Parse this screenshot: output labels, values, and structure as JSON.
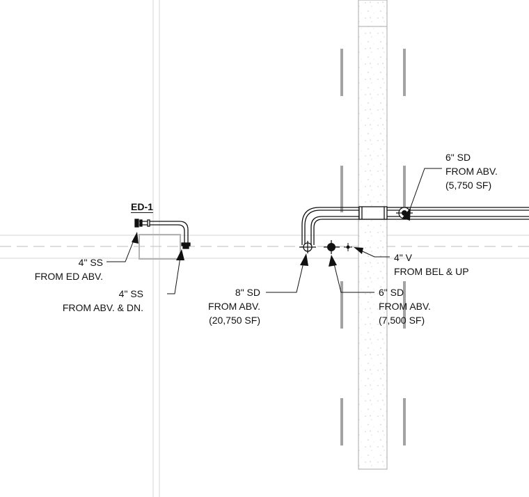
{
  "tag": "ED-1",
  "labels": {
    "ss_ed": {
      "line1": "4\" SS",
      "line2": "FROM ED ABV."
    },
    "ss_abv": {
      "line1": "4\" SS",
      "line2": "FROM ABV. & DN."
    },
    "sd8": {
      "line1": "8\" SD",
      "line2": "FROM ABV.",
      "line3": "(20,750 SF)"
    },
    "sd6_low": {
      "line1": "6\" SD",
      "line2": "FROM ABV.",
      "line3": "(7,500 SF)"
    },
    "vent": {
      "line1": "4\" V",
      "line2": "FROM BEL & UP"
    },
    "sd6_top": {
      "line1": "6\" SD",
      "line2": "FROM ABV.",
      "line3": "(5,750 SF)"
    }
  }
}
